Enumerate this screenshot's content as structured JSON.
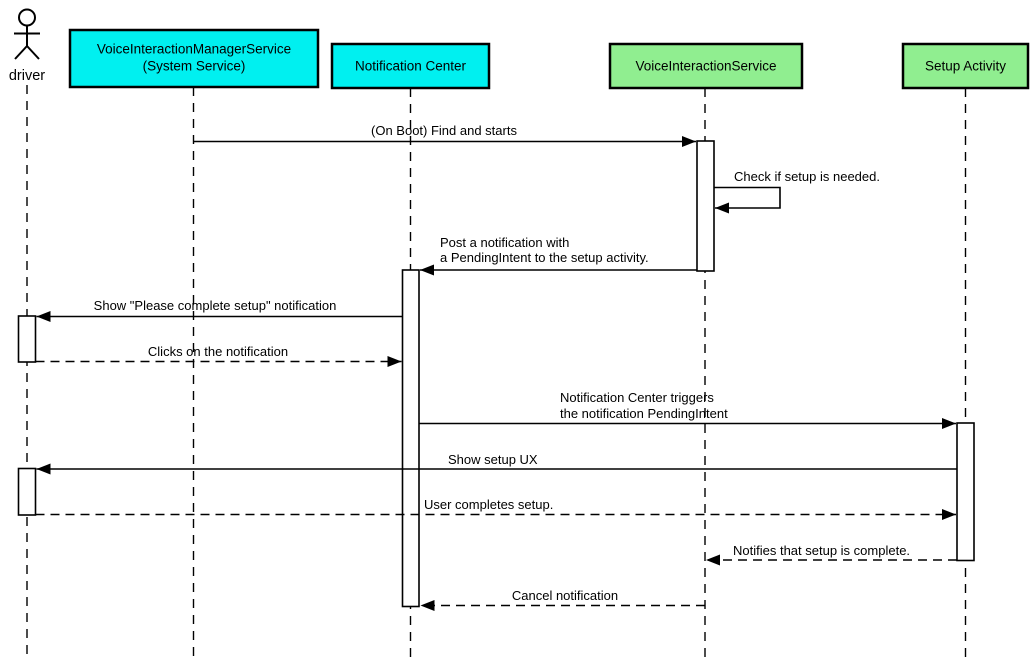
{
  "diagram_type": "uml-sequence-diagram",
  "colors": {
    "system_service_fill": "#00F0F0",
    "app_fill": "#90EE90",
    "line": "#000000",
    "background": "#ffffff"
  },
  "participants": [
    {
      "id": "driver",
      "kind": "actor",
      "label": "driver"
    },
    {
      "id": "voice_interaction_manager_service",
      "kind": "system-service",
      "label_line1": "VoiceInteractionManagerService",
      "label_line2": "(System Service)"
    },
    {
      "id": "notification_center",
      "kind": "system-service",
      "label": "Notification Center"
    },
    {
      "id": "voice_interaction_service",
      "kind": "app",
      "label": "VoiceInteractionService"
    },
    {
      "id": "setup_activity",
      "kind": "app",
      "label": "Setup Activity"
    }
  ],
  "messages": [
    {
      "from": "voice_interaction_manager_service",
      "to": "voice_interaction_service",
      "style": "solid",
      "label": "(On Boot) Find and starts"
    },
    {
      "from": "voice_interaction_service",
      "to": "voice_interaction_service",
      "style": "solid-self",
      "label": "Check if setup is needed."
    },
    {
      "from": "voice_interaction_service",
      "to": "notification_center",
      "style": "solid",
      "label_line1": "Post a notification with",
      "label_line2": "a PendingIntent to the setup activity."
    },
    {
      "from": "notification_center",
      "to": "driver",
      "style": "solid",
      "label": "Show \"Please complete setup\" notification"
    },
    {
      "from": "driver",
      "to": "notification_center",
      "style": "dashed",
      "label": "Clicks on the notification"
    },
    {
      "from": "notification_center",
      "to": "setup_activity",
      "style": "solid",
      "label_line1": "Notification Center triggers",
      "label_line2": "the notification PendingIntent"
    },
    {
      "from": "setup_activity",
      "to": "driver",
      "style": "solid",
      "label": "Show setup UX"
    },
    {
      "from": "driver",
      "to": "setup_activity",
      "style": "dashed",
      "label": "User completes setup."
    },
    {
      "from": "setup_activity",
      "to": "voice_interaction_service",
      "style": "dashed",
      "label": "Notifies that setup is complete."
    },
    {
      "from": "voice_interaction_service",
      "to": "notification_center",
      "style": "dashed",
      "label": "Cancel notification"
    }
  ]
}
